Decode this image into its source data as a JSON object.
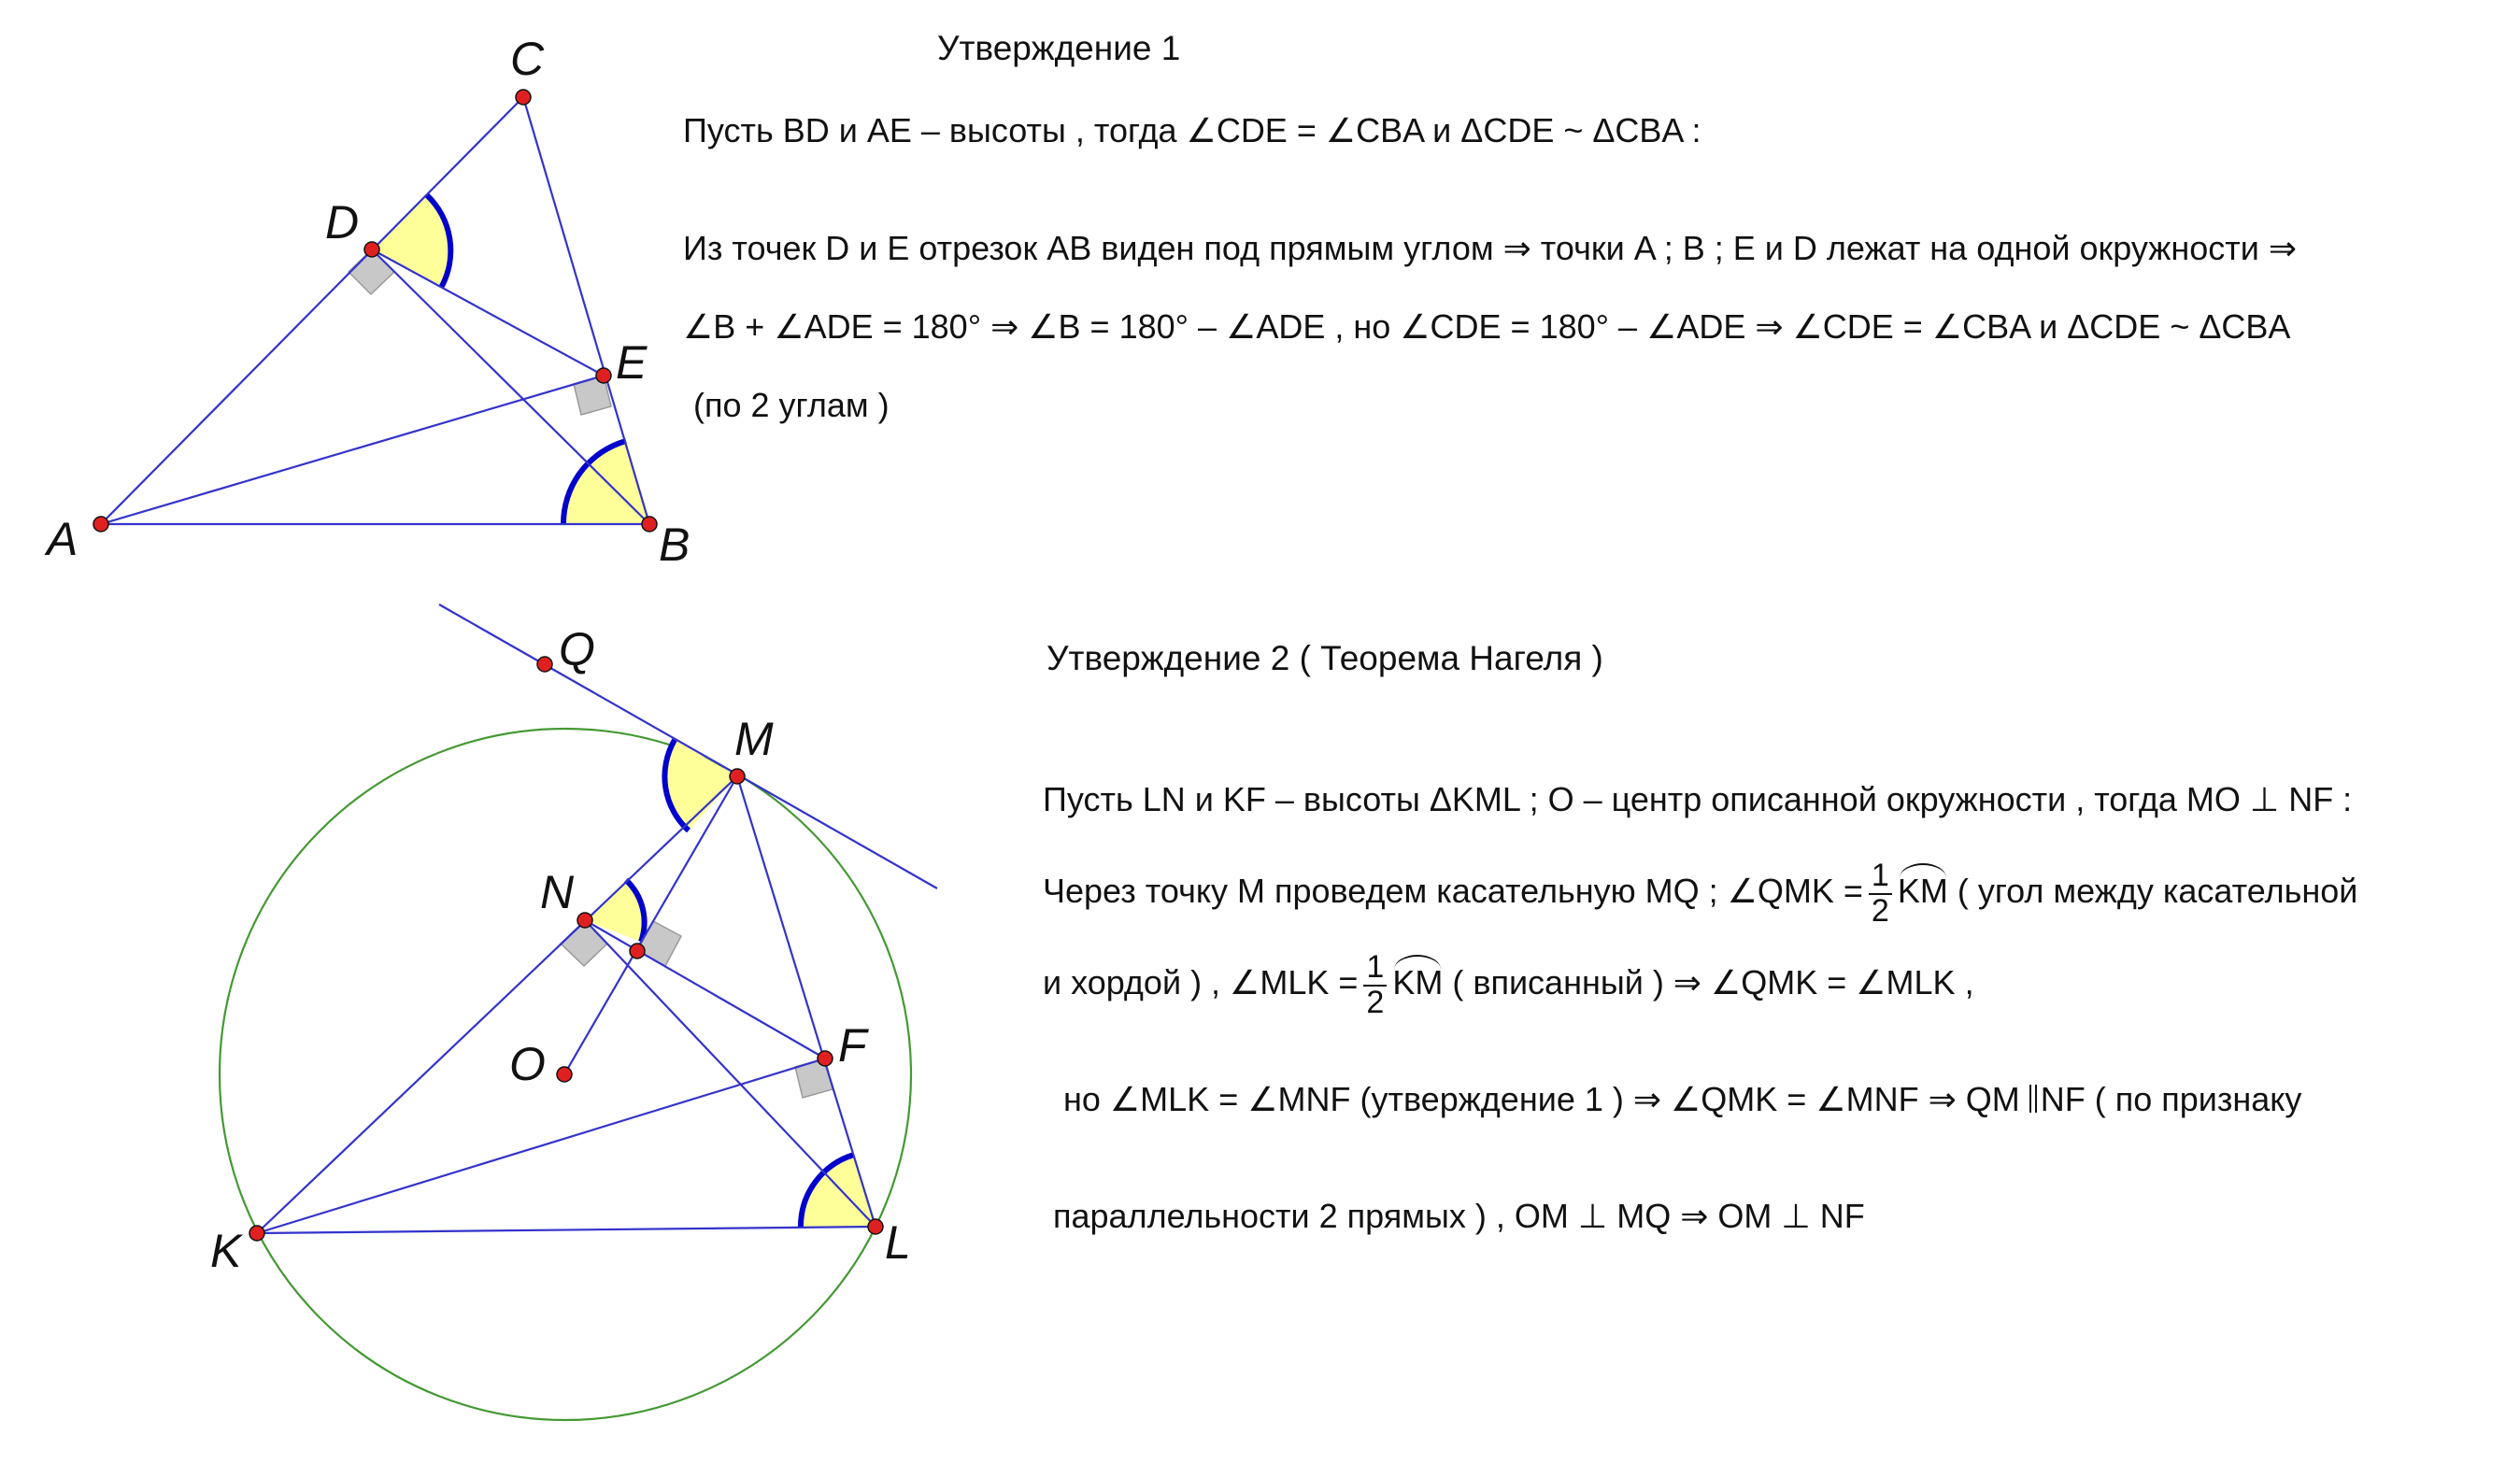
{
  "figure1": {
    "labels": {
      "A": "A",
      "B": "B",
      "C": "C",
      "D": "D",
      "E": "E"
    }
  },
  "figure2": {
    "labels": {
      "Q": "Q",
      "M": "M",
      "N": "N",
      "O": "O",
      "F": "F",
      "K": "K",
      "L": "L"
    }
  },
  "statement1": {
    "title": "Утверждение 1",
    "line1": "Пусть BD  и AE – высоты , тогда ∠CDE = ∠CBA  и ΔCDE  ~ ΔCBA  :",
    "line2": "Из точек D  и E  отрезок AB виден под прямым углом ⇒ точки A ; B ; E  и D  лежат на одной окружности  ⇒",
    "line3": "∠B + ∠ADE = 180° ⇒ ∠B = 180° – ∠ADE ,  но ∠CDE = 180° – ∠ADE ⇒  ∠CDE = ∠CBA  и  ΔCDE  ~ ΔCBA",
    "line4": "(по 2 углам )"
  },
  "statement2": {
    "title": "Утверждение 2 ( Теорема Нагеля )",
    "line1": "Пусть LN  и KF – высоты ΔKML ; O – центр описанной окружности , тогда  MO ⊥ NF :",
    "line2a": "Через точку M проведем касательную MQ ; ∠QMK =",
    "line2b": "( угол между касательной",
    "line3a": "и хордой )  , ∠MLK =",
    "line3b": "( вписанный )  ⇒   ∠QMK = ∠MLK ,",
    "line4a": "но ∠MLK = ∠MNF  (утверждение 1 )  ⇒    ∠QMK = ∠MNF   ⇒    QM",
    "line4b": "NF ( по признаку",
    "line5": "параллельности 2 прямых ) ,   OM ⊥ MQ   ⇒   OM ⊥ NF",
    "frac_num": "1",
    "frac_den": "2",
    "arc": "KM"
  },
  "colors": {
    "line": "#3333cc",
    "point_fill": "#e02020",
    "angle_fill": "#ffff99",
    "angle_arc": "#0000cc",
    "right_angle": "#c8c8c8",
    "circle": "#449933"
  }
}
